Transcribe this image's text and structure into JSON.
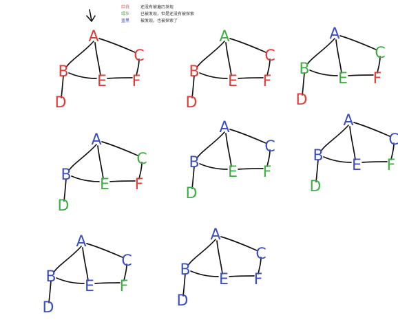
{
  "colors": {
    "red": "#e53935",
    "green": "#3cb043",
    "blue": "#3b4fc4",
    "edge": "#111111"
  },
  "legend": [
    {
      "key": "红白",
      "desc": "还没有被遍历发现",
      "color": "red"
    },
    {
      "key": "绿灰",
      "desc": "已被发现，但是还没有被探索",
      "color": "green"
    },
    {
      "key": "蓝黑",
      "desc": "被发现，也被探索了",
      "color": "blue"
    }
  ],
  "graphs": [
    {
      "A": "red",
      "B": "red",
      "C": "red",
      "D": "red",
      "E": "red",
      "F": "red"
    },
    {
      "A": "green",
      "B": "red",
      "C": "red",
      "D": "red",
      "E": "red",
      "F": "red"
    },
    {
      "A": "blue",
      "B": "green",
      "C": "green",
      "D": "red",
      "E": "green",
      "F": "red"
    },
    {
      "A": "blue",
      "B": "blue",
      "C": "green",
      "D": "green",
      "E": "green",
      "F": "red"
    },
    {
      "A": "blue",
      "B": "blue",
      "C": "blue",
      "D": "green",
      "E": "green",
      "F": "green"
    },
    {
      "A": "blue",
      "B": "blue",
      "C": "blue",
      "D": "green",
      "E": "blue",
      "F": "green"
    },
    {
      "A": "blue",
      "B": "blue",
      "C": "blue",
      "D": "blue",
      "E": "blue",
      "F": "green"
    },
    {
      "A": "blue",
      "B": "blue",
      "C": "blue",
      "D": "blue",
      "E": "blue",
      "F": "blue"
    }
  ],
  "node_labels": [
    "A",
    "B",
    "C",
    "D",
    "E",
    "F"
  ]
}
